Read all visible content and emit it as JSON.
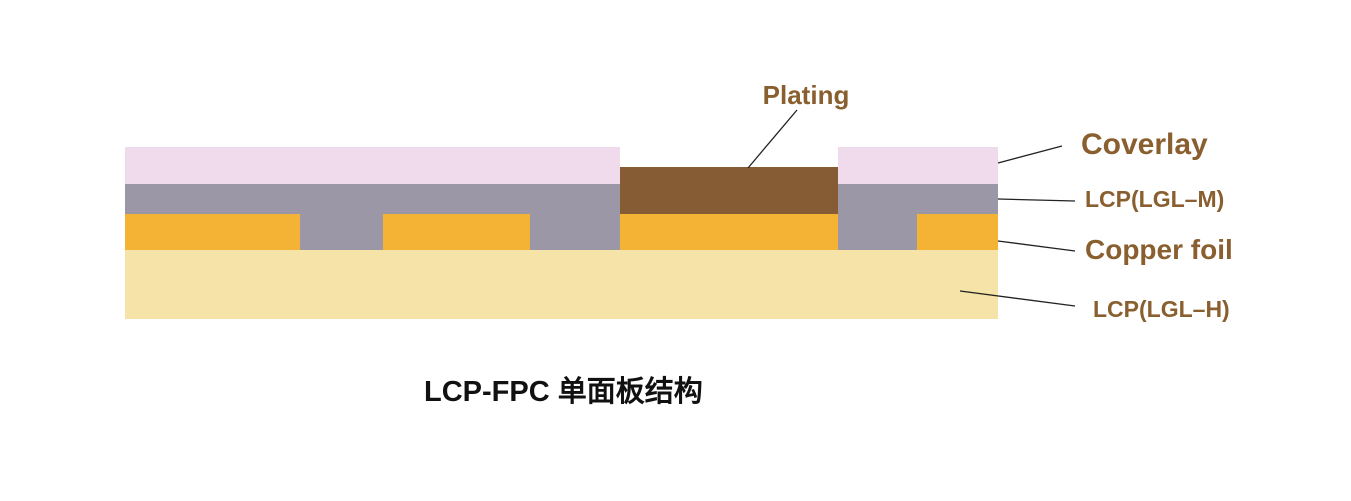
{
  "labels": {
    "plating": "Plating",
    "coverlay": "Coverlay",
    "lcp_m": "LCP(LGL–M)",
    "copper_foil": "Copper foil",
    "lcp_h": "LCP(LGL–H)"
  },
  "caption": "LCP-FPC 单面板结构",
  "colors": {
    "coverlay": "#f0dbec",
    "lcp_m": "#9b97a6",
    "copper": "#f4b335",
    "plating": "#855c33",
    "lcp_h": "#f6e3a8",
    "label_text": "#8a5f30",
    "leader_line": "#222222",
    "caption_text": "#111111"
  }
}
